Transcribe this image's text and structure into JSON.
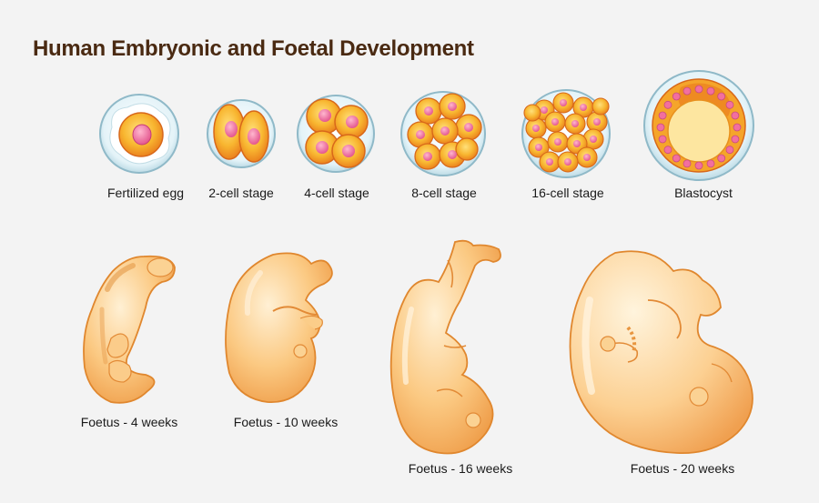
{
  "title": "Human Embryonic and Foetal Development",
  "early_stages": [
    {
      "label": "Fertilized egg"
    },
    {
      "label": "2-cell stage"
    },
    {
      "label": "4-cell stage"
    },
    {
      "label": "8-cell stage"
    },
    {
      "label": "16-cell stage"
    },
    {
      "label": "Blastocyst"
    }
  ],
  "foetus_stages": [
    {
      "label": "Foetus - 4 weeks"
    },
    {
      "label": "Foetus - 10 weeks"
    },
    {
      "label": "Foetus - 16 weeks"
    },
    {
      "label": "Foetus - 20 weeks"
    }
  ],
  "colors": {
    "title": "#4a2a12",
    "cell_orange": "#f39a1c",
    "cell_yellow": "#ffd34a",
    "nucleus_pink": "#ee6fa0",
    "zona_blue": "#cfe8f2",
    "foetus_skin": "#f7b765"
  }
}
